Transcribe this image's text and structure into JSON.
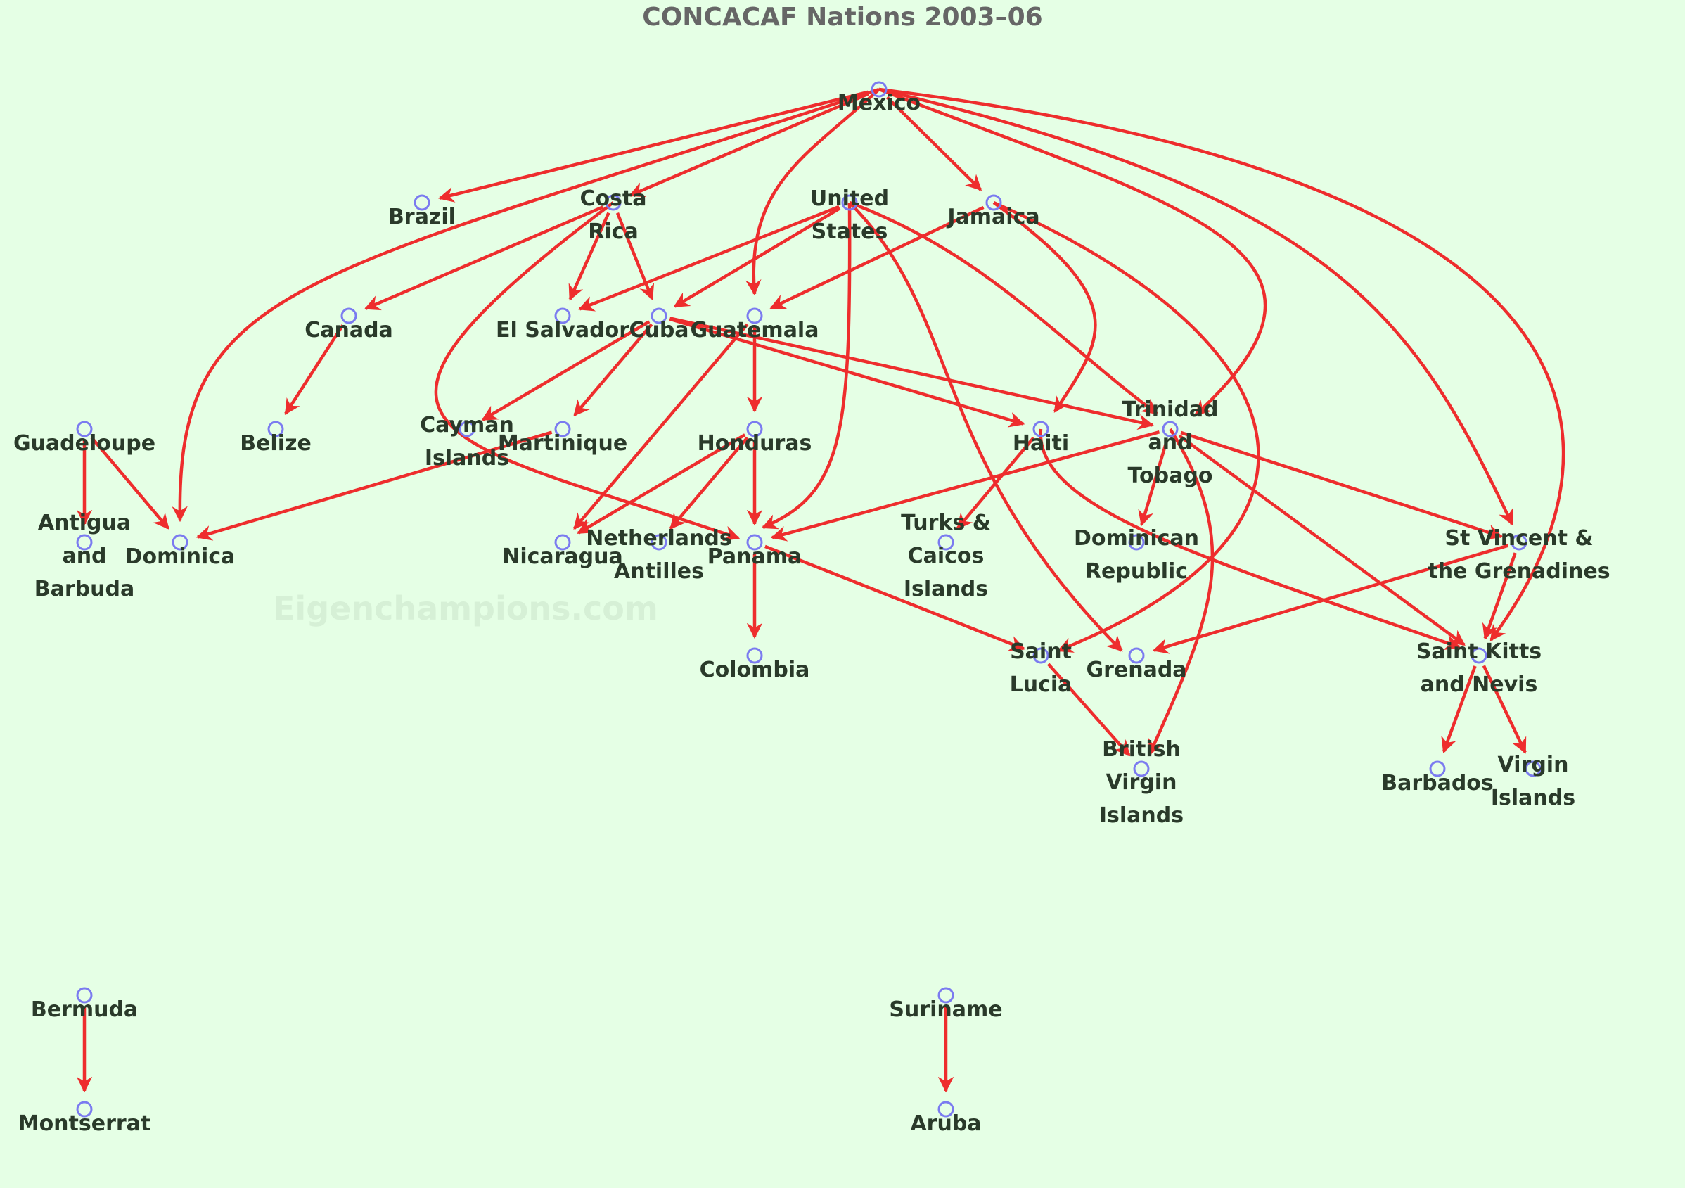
{
  "title": "CONCACAF Nations 2003–06",
  "watermark": "Eigenchampions.com",
  "colors": {
    "background": "#e5ffe5",
    "edge": "#ee2d2d",
    "node": "#7b7bf0",
    "label": "#2a3a2a",
    "title": "#666666"
  },
  "nodes": [
    {
      "id": "mexico",
      "label": [
        "Mexico"
      ]
    },
    {
      "id": "brazil",
      "label": [
        "Brazil"
      ]
    },
    {
      "id": "costa_rica",
      "label": [
        "Costa",
        "Rica"
      ]
    },
    {
      "id": "united_states",
      "label": [
        "United",
        "States"
      ]
    },
    {
      "id": "jamaica",
      "label": [
        "Jamaica"
      ]
    },
    {
      "id": "canada",
      "label": [
        "Canada"
      ]
    },
    {
      "id": "el_salvador",
      "label": [
        "El Salvador"
      ]
    },
    {
      "id": "cuba",
      "label": [
        "Cuba"
      ]
    },
    {
      "id": "guatemala",
      "label": [
        "Guatemala"
      ]
    },
    {
      "id": "guadeloupe",
      "label": [
        "Guadeloupe"
      ]
    },
    {
      "id": "belize",
      "label": [
        "Belize"
      ]
    },
    {
      "id": "cayman_islands",
      "label": [
        "Cayman",
        "Islands"
      ]
    },
    {
      "id": "martinique",
      "label": [
        "Martinique"
      ]
    },
    {
      "id": "honduras",
      "label": [
        "Honduras"
      ]
    },
    {
      "id": "haiti",
      "label": [
        "Haiti"
      ]
    },
    {
      "id": "trinidad_tobago",
      "label": [
        "Trinidad",
        "and",
        "Tobago"
      ]
    },
    {
      "id": "antigua_barbuda",
      "label": [
        "Antigua",
        "and",
        "Barbuda"
      ]
    },
    {
      "id": "dominica",
      "label": [
        "Dominica"
      ]
    },
    {
      "id": "nicaragua",
      "label": [
        "Nicaragua"
      ]
    },
    {
      "id": "netherlands_antilles",
      "label": [
        "Netherlands",
        "Antilles"
      ]
    },
    {
      "id": "panama",
      "label": [
        "Panama"
      ]
    },
    {
      "id": "turks_caicos",
      "label": [
        "Turks &",
        "Caicos",
        "Islands"
      ]
    },
    {
      "id": "dominican_republic",
      "label": [
        "Dominican",
        "Republic"
      ]
    },
    {
      "id": "st_vincent",
      "label": [
        "St Vincent &",
        "the Grenadines"
      ]
    },
    {
      "id": "colombia",
      "label": [
        "Colombia"
      ]
    },
    {
      "id": "saint_lucia",
      "label": [
        "Saint",
        "Lucia"
      ]
    },
    {
      "id": "grenada",
      "label": [
        "Grenada"
      ]
    },
    {
      "id": "saint_kitts",
      "label": [
        "Saint Kitts",
        "and Nevis"
      ]
    },
    {
      "id": "british_virgin_islands",
      "label": [
        "British",
        "Virgin",
        "Islands"
      ]
    },
    {
      "id": "barbados",
      "label": [
        "Barbados"
      ]
    },
    {
      "id": "virgin_islands",
      "label": [
        "Virgin",
        "Islands"
      ]
    },
    {
      "id": "bermuda",
      "label": [
        "Bermuda"
      ]
    },
    {
      "id": "suriname",
      "label": [
        "Suriname"
      ]
    },
    {
      "id": "montserrat",
      "label": [
        "Montserrat"
      ]
    },
    {
      "id": "aruba",
      "label": [
        "Aruba"
      ]
    }
  ],
  "edges": [
    {
      "from": "mexico",
      "to": "brazil"
    },
    {
      "from": "mexico",
      "to": "costa_rica"
    },
    {
      "from": "mexico",
      "to": "dominica"
    },
    {
      "from": "mexico",
      "to": "guatemala"
    },
    {
      "from": "mexico",
      "to": "jamaica"
    },
    {
      "from": "mexico",
      "to": "trinidad_tobago"
    },
    {
      "from": "mexico",
      "to": "st_vincent"
    },
    {
      "from": "mexico",
      "to": "saint_kitts"
    },
    {
      "from": "costa_rica",
      "to": "canada"
    },
    {
      "from": "costa_rica",
      "to": "el_salvador"
    },
    {
      "from": "costa_rica",
      "to": "cuba"
    },
    {
      "from": "costa_rica",
      "to": "panama"
    },
    {
      "from": "united_states",
      "to": "el_salvador"
    },
    {
      "from": "united_states",
      "to": "cuba"
    },
    {
      "from": "united_states",
      "to": "panama"
    },
    {
      "from": "united_states",
      "to": "trinidad_tobago"
    },
    {
      "from": "united_states",
      "to": "grenada"
    },
    {
      "from": "jamaica",
      "to": "guatemala"
    },
    {
      "from": "jamaica",
      "to": "haiti"
    },
    {
      "from": "jamaica",
      "to": "saint_lucia"
    },
    {
      "from": "canada",
      "to": "belize"
    },
    {
      "from": "cuba",
      "to": "cayman_islands"
    },
    {
      "from": "cuba",
      "to": "martinique"
    },
    {
      "from": "cuba",
      "to": "haiti"
    },
    {
      "from": "cuba",
      "to": "trinidad_tobago"
    },
    {
      "from": "guatemala",
      "to": "honduras"
    },
    {
      "from": "guatemala",
      "to": "nicaragua"
    },
    {
      "from": "guadeloupe",
      "to": "antigua_barbuda"
    },
    {
      "from": "guadeloupe",
      "to": "dominica"
    },
    {
      "from": "martinique",
      "to": "dominica"
    },
    {
      "from": "honduras",
      "to": "nicaragua"
    },
    {
      "from": "honduras",
      "to": "netherlands_antilles"
    },
    {
      "from": "honduras",
      "to": "panama"
    },
    {
      "from": "haiti",
      "to": "turks_caicos"
    },
    {
      "from": "haiti",
      "to": "saint_kitts"
    },
    {
      "from": "trinidad_tobago",
      "to": "panama"
    },
    {
      "from": "trinidad_tobago",
      "to": "dominican_republic"
    },
    {
      "from": "trinidad_tobago",
      "to": "st_vincent"
    },
    {
      "from": "trinidad_tobago",
      "to": "saint_kitts"
    },
    {
      "from": "trinidad_tobago",
      "to": "british_virgin_islands"
    },
    {
      "from": "panama",
      "to": "colombia"
    },
    {
      "from": "panama",
      "to": "saint_lucia"
    },
    {
      "from": "st_vincent",
      "to": "grenada"
    },
    {
      "from": "st_vincent",
      "to": "saint_kitts"
    },
    {
      "from": "saint_lucia",
      "to": "british_virgin_islands"
    },
    {
      "from": "saint_kitts",
      "to": "barbados"
    },
    {
      "from": "saint_kitts",
      "to": "virgin_islands"
    },
    {
      "from": "bermuda",
      "to": "montserrat"
    },
    {
      "from": "suriname",
      "to": "aruba"
    }
  ]
}
